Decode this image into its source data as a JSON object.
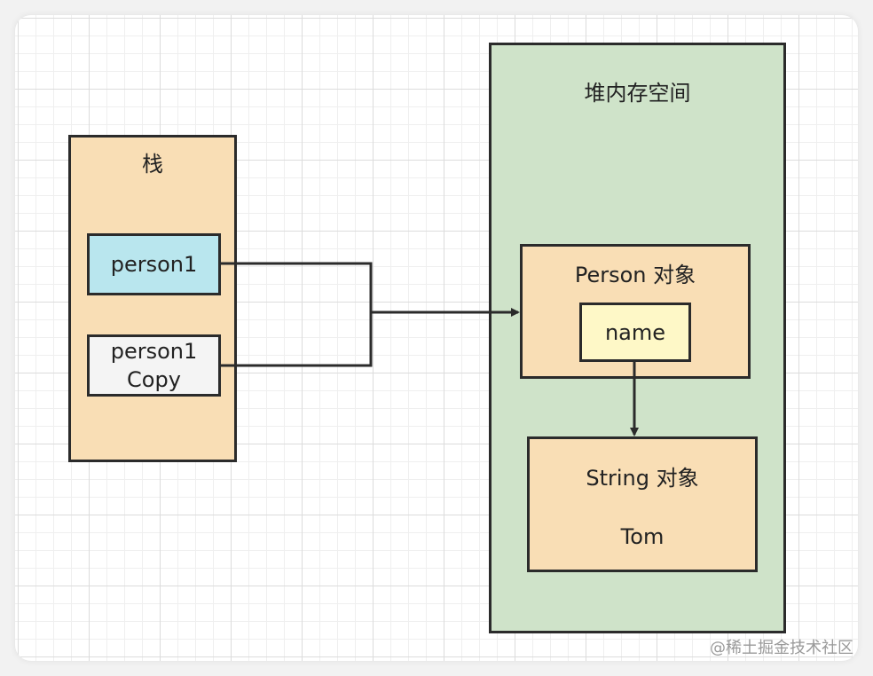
{
  "stack": {
    "title": "栈",
    "person1_label": "person1",
    "person1_copy_line1": "person1",
    "person1_copy_line2": "Copy"
  },
  "heap": {
    "title": "堆内存空间",
    "person_object_title": "Person 对象",
    "name_field_label": "name",
    "string_object_title": "String 对象",
    "string_value": "Tom"
  },
  "watermark": "@稀土掘金技术社区",
  "colors": {
    "stack_bg": "#f9deb5",
    "heap_bg": "#cfe3c9",
    "person1_bg": "#b9e6ee",
    "copy_bg": "#f4f4f4",
    "name_bg": "#fef8c7",
    "stroke": "#2b2b2b"
  }
}
